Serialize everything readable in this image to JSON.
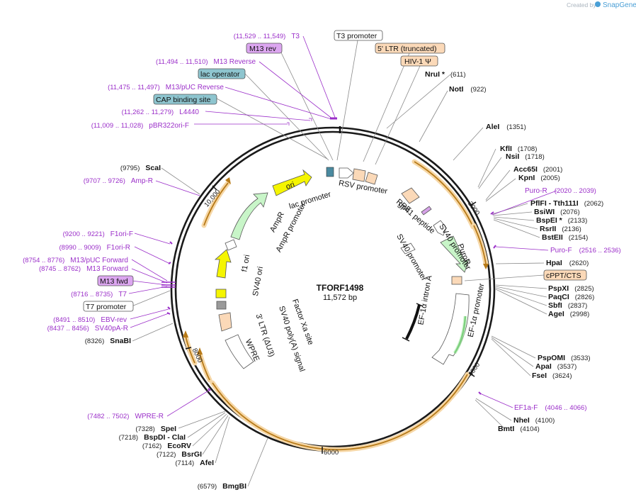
{
  "plasmid": {
    "name": "TFORF1498",
    "length": "11,572 bp"
  },
  "logo": {
    "prefix": "Created by",
    "brand": "SnapGene"
  },
  "ticks": [
    "2000",
    "4000",
    "6000",
    "8000",
    "10,000"
  ],
  "enzymes_right": [
    {
      "name": "NruI *",
      "pos": "(611)"
    },
    {
      "name": "NotI",
      "pos": "(922)"
    },
    {
      "name": "AleI",
      "pos": "(1351)"
    },
    {
      "name": "KflI",
      "pos": "(1708)"
    },
    {
      "name": "NsiI",
      "pos": "(1718)"
    },
    {
      "name": "Acc65I",
      "pos": "(2001)"
    },
    {
      "name": "KpnI",
      "pos": "(2005)"
    },
    {
      "name": "PflFI  - Tth111I",
      "pos": "(2062)"
    },
    {
      "name": "BsiWI",
      "pos": "(2076)"
    },
    {
      "name": "BspEI *",
      "pos": "(2133)"
    },
    {
      "name": "RsrII",
      "pos": "(2136)"
    },
    {
      "name": "BstEII",
      "pos": "(2154)"
    },
    {
      "name": "HpaI",
      "pos": "(2620)"
    },
    {
      "name": "PspXI",
      "pos": "(2825)"
    },
    {
      "name": "PaqCI",
      "pos": "(2826)"
    },
    {
      "name": "SbfI",
      "pos": "(2837)"
    },
    {
      "name": "AgeI",
      "pos": "(2998)"
    },
    {
      "name": "PspOMI",
      "pos": "(3533)"
    },
    {
      "name": "ApaI",
      "pos": "(3537)"
    },
    {
      "name": "FseI",
      "pos": "(3624)"
    },
    {
      "name": "NheI",
      "pos": "(4100)"
    },
    {
      "name": "BmtI",
      "pos": "(4104)"
    }
  ],
  "primers_right": [
    {
      "name": "Puro-R",
      "pos": "(2020 .. 2039)"
    },
    {
      "name": "Puro-F",
      "pos": "(2516 .. 2536)"
    },
    {
      "name": "EF1a-F",
      "pos": "(4046 .. 4066)"
    }
  ],
  "enzymes_left": [
    {
      "name": "ScaI",
      "pos": "(9795)"
    },
    {
      "name": "SnaBI",
      "pos": "(8326)"
    },
    {
      "name": "SpeI",
      "pos": "(7328)"
    },
    {
      "name": "BspDI  - ClaI",
      "pos": "(7218)"
    },
    {
      "name": "EcoRV",
      "pos": "(7162)"
    },
    {
      "name": "BsrGI",
      "pos": "(7122)"
    },
    {
      "name": "AfeI",
      "pos": "(7114)"
    },
    {
      "name": "BmgBI",
      "pos": "(6579)"
    }
  ],
  "primers_left": [
    {
      "name": "T3",
      "pos": "(11,529 .. 11,549)"
    },
    {
      "name": "M13 Reverse",
      "pos": "(11,494 .. 11,510)"
    },
    {
      "name": "M13/pUC Reverse",
      "pos": "(11,475 .. 11,497)"
    },
    {
      "name": "L4440",
      "pos": "(11,262 .. 11,279)"
    },
    {
      "name": "pBR322ori-F",
      "pos": "(11,009 .. 11,028)"
    },
    {
      "name": "Amp-R",
      "pos": "(9707 .. 9726)"
    },
    {
      "name": "F1ori-F",
      "pos": "(9200 .. 9221)"
    },
    {
      "name": "F1ori-R",
      "pos": "(8990 .. 9009)"
    },
    {
      "name": "M13/pUC Forward",
      "pos": "(8754 .. 8776)"
    },
    {
      "name": "M13 Forward",
      "pos": "(8745 .. 8762)"
    },
    {
      "name": "T7",
      "pos": "(8716 .. 8735)"
    },
    {
      "name": "EBV-rev",
      "pos": "(8491 .. 8510)"
    },
    {
      "name": "SV40pA-R",
      "pos": "(8437 .. 8456)"
    },
    {
      "name": "WPRE-R",
      "pos": "(7482 .. 7502)"
    }
  ],
  "boxed_labels": {
    "t3_promoter": "T3 promoter",
    "ltr5": "5' LTR (truncated)",
    "hiv_psi": "HIV-1 Ψ",
    "m13_rev": "M13 rev",
    "lac_operator": "lac operator",
    "cap_site": "CAP binding site",
    "cppt": "cPPT/CTS",
    "m13_fwd": "M13 fwd",
    "t7_promoter": "T7 promoter"
  },
  "features": {
    "ori": "ori",
    "lac_promoter": "lac promoter",
    "rsv_promoter": "RSV promoter",
    "rre": "RRE",
    "gp41": "gp41 peptide",
    "sv40_promoter_a": "SV40 promoter",
    "sv40_promoter_b": "SV40 promoter",
    "puror": "PuroR",
    "ef1a_promoter": "EF-1α promoter",
    "ef1a_intron": "EF-1α intron A",
    "ampr": "AmpR",
    "ampr_promoter": "AmpR promoter",
    "f1_ori": "f1 ori",
    "sv40_ori": "SV40 ori",
    "factor_xa": "Factor Xa site",
    "sv40_polya": "SV40 poly(A) signal",
    "ltr3": "3' LTR (ΔU3)",
    "wpre": "WPRE"
  },
  "colors": {
    "primer": "#9b2fc9",
    "orf_highlight": "#f3c98a",
    "orf_arrow": "#c8861f",
    "ori_yellow": "#f5f500",
    "ampr_green": "#c8f5c8",
    "ltr_peach": "#fbd9b8",
    "box_blue": "#8ec5cf",
    "box_purple": "#dca6f0"
  }
}
